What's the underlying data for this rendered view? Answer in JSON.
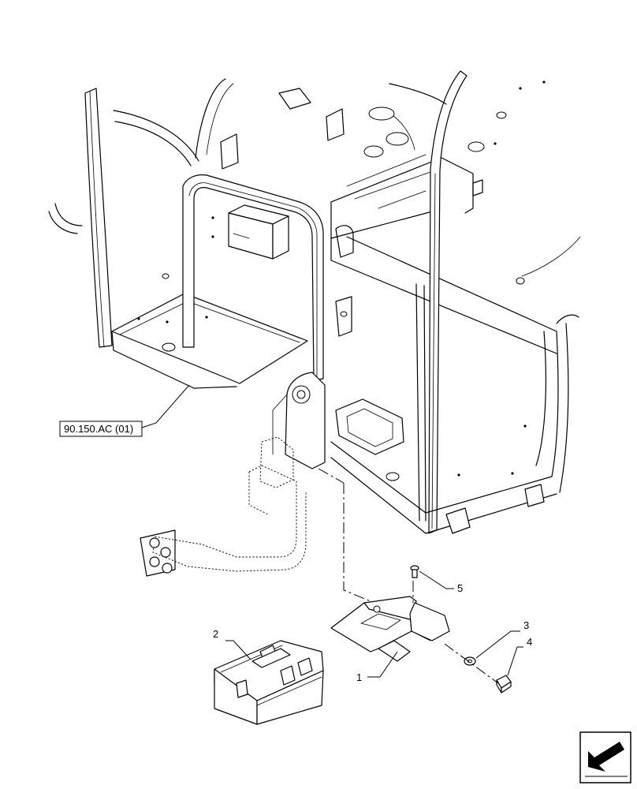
{
  "reference_label": "90.150.AC (01)",
  "callouts": {
    "item_1": "1",
    "item_2": "2",
    "item_3": "3",
    "item_4": "4",
    "item_5": "5"
  },
  "icons": {
    "nav": "arrow-down-left-icon"
  }
}
